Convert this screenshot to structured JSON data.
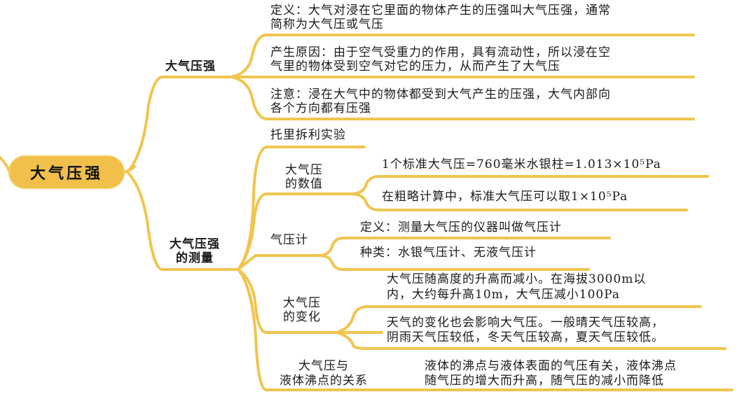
{
  "root": {
    "label": "大气压强"
  },
  "colors": {
    "branch": "#f0c54e",
    "root_fill": "#f1c04a",
    "text": "#1a1a1a"
  },
  "branches": [
    {
      "label": "大气压强",
      "children": [
        {
          "text_line1": "定义：大气对浸在它里面的物体产生的压强叫大气压强，通常",
          "text_line2": "简称为大气压或气压"
        },
        {
          "text_line1": "产生原因：由于空气受重力的作用，具有流动性，所以浸在空",
          "text_line2": "气里的物体受到空气对它的压力，从而产生了大气压"
        },
        {
          "text_line1": "注意：浸在大气中的物体都受到大气产生的压强，大气内部向",
          "text_line2": "各个方向都有压强"
        }
      ]
    },
    {
      "label_line1": "大气压强",
      "label_line2": "的测量",
      "children": [
        {
          "label": "托里拆利实验"
        },
        {
          "label_line1": "大气压",
          "label_line2": "的数值",
          "children": [
            {
              "text": "1个标准大气压=760毫米水银柱=1.013×10⁵Pa"
            },
            {
              "text": "在粗略计算中，标准大气压可以取1×10⁵Pa"
            }
          ]
        },
        {
          "label": "气压计",
          "children": [
            {
              "text": "定义：测量大气压的仪器叫做气压计"
            },
            {
              "text": "种类：水银气压计、无液气压计"
            }
          ]
        },
        {
          "label_line1": "大气压",
          "label_line2": "的变化",
          "children": [
            {
              "text_line1": "大气压随高度的升高而减小。在海拔3000m以",
              "text_line2": "内，大约每升高10m，大气压减小100Pa"
            },
            {
              "text_line1": "天气的变化也会影响大气压。一般晴天气压较高，",
              "text_line2": "阴雨天气压较低，冬天气压较高，夏天气压较低。"
            }
          ]
        },
        {
          "label_line1": "大气压与",
          "label_line2": "液体沸点的关系",
          "children": [
            {
              "text_line1": "液体的沸点与液体表面的气压有关，液体沸点",
              "text_line2": "随气压的增大而升高，随气压的减小而降低"
            }
          ]
        }
      ]
    }
  ]
}
